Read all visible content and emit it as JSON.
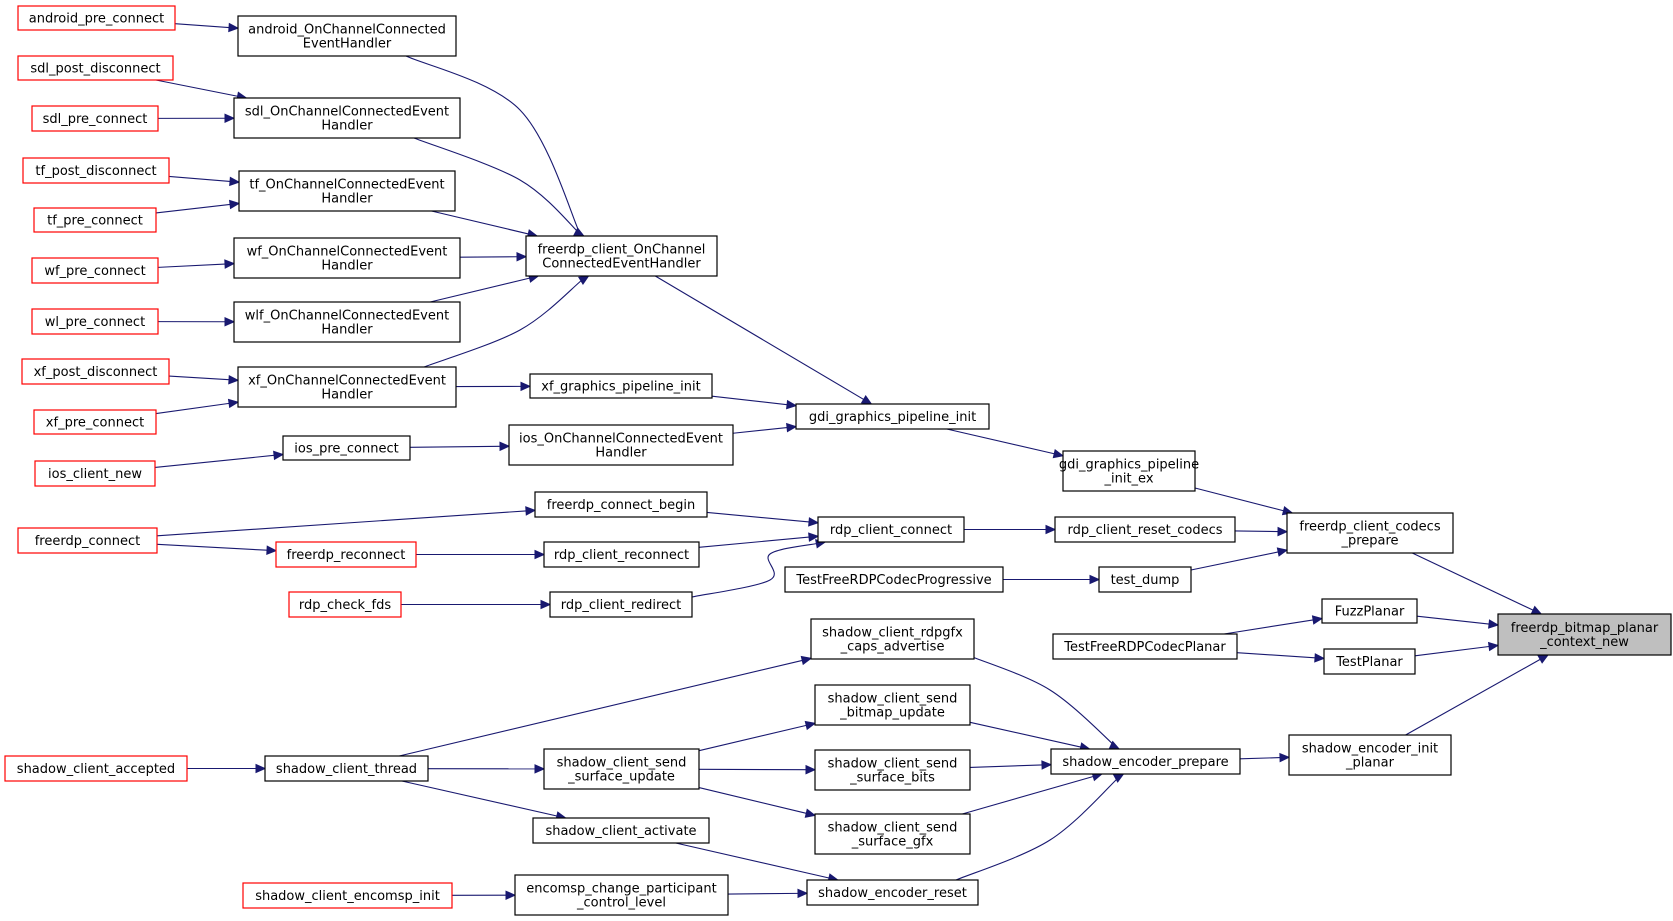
{
  "diagram": {
    "nodes": [
      {
        "id": "android_pre_connect",
        "lines": [
          "android_pre_connect"
        ],
        "style": "red"
      },
      {
        "id": "sdl_post_disconnect",
        "lines": [
          "sdl_post_disconnect"
        ],
        "style": "red"
      },
      {
        "id": "sdl_pre_connect",
        "lines": [
          "sdl_pre_connect"
        ],
        "style": "red"
      },
      {
        "id": "tf_post_disconnect",
        "lines": [
          "tf_post_disconnect"
        ],
        "style": "red"
      },
      {
        "id": "tf_pre_connect",
        "lines": [
          "tf_pre_connect"
        ],
        "style": "red"
      },
      {
        "id": "wf_pre_connect",
        "lines": [
          "wf_pre_connect"
        ],
        "style": "red"
      },
      {
        "id": "wl_pre_connect",
        "lines": [
          "wl_pre_connect"
        ],
        "style": "red"
      },
      {
        "id": "xf_post_disconnect",
        "lines": [
          "xf_post_disconnect"
        ],
        "style": "red"
      },
      {
        "id": "xf_pre_connect",
        "lines": [
          "xf_pre_connect"
        ],
        "style": "red"
      },
      {
        "id": "ios_client_new",
        "lines": [
          "ios_client_new"
        ],
        "style": "red"
      },
      {
        "id": "freerdp_connect",
        "lines": [
          "freerdp_connect"
        ],
        "style": "red"
      },
      {
        "id": "freerdp_reconnect",
        "lines": [
          "freerdp_reconnect"
        ],
        "style": "red"
      },
      {
        "id": "rdp_check_fds",
        "lines": [
          "rdp_check_fds"
        ],
        "style": "red"
      },
      {
        "id": "shadow_client_accepted",
        "lines": [
          "shadow_client_accepted"
        ],
        "style": "red"
      },
      {
        "id": "shadow_client_encomsp_init",
        "lines": [
          "shadow_client_encomsp_init"
        ],
        "style": "red"
      },
      {
        "id": "android_OnChannelConnectedEventHandler",
        "lines": [
          "android_OnChannelConnected",
          "EventHandler"
        ],
        "style": "normal"
      },
      {
        "id": "sdl_OnChannelConnectedEventHandler",
        "lines": [
          "sdl_OnChannelConnectedEvent",
          "Handler"
        ],
        "style": "normal"
      },
      {
        "id": "tf_OnChannelConnectedEventHandler",
        "lines": [
          "tf_OnChannelConnectedEvent",
          "Handler"
        ],
        "style": "normal"
      },
      {
        "id": "wf_OnChannelConnectedEventHandler",
        "lines": [
          "wf_OnChannelConnectedEvent",
          "Handler"
        ],
        "style": "normal"
      },
      {
        "id": "wlf_OnChannelConnectedEventHandler",
        "lines": [
          "wlf_OnChannelConnectedEvent",
          "Handler"
        ],
        "style": "normal"
      },
      {
        "id": "xf_OnChannelConnectedEventHandler",
        "lines": [
          "xf_OnChannelConnectedEvent",
          "Handler"
        ],
        "style": "normal"
      },
      {
        "id": "ios_pre_connect",
        "lines": [
          "ios_pre_connect"
        ],
        "style": "normal"
      },
      {
        "id": "shadow_client_thread",
        "lines": [
          "shadow_client_thread"
        ],
        "style": "normal"
      },
      {
        "id": "freerdp_client_OnChannelConnectedEventHandler",
        "lines": [
          "freerdp_client_OnChannel",
          "ConnectedEventHandler"
        ],
        "style": "normal"
      },
      {
        "id": "xf_graphics_pipeline_init",
        "lines": [
          "xf_graphics_pipeline_init"
        ],
        "style": "normal"
      },
      {
        "id": "ios_OnChannelConnectedEventHandler",
        "lines": [
          "ios_OnChannelConnectedEvent",
          "Handler"
        ],
        "style": "normal"
      },
      {
        "id": "freerdp_connect_begin",
        "lines": [
          "freerdp_connect_begin"
        ],
        "style": "normal"
      },
      {
        "id": "rdp_client_reconnect",
        "lines": [
          "rdp_client_reconnect"
        ],
        "style": "normal"
      },
      {
        "id": "rdp_client_redirect",
        "lines": [
          "rdp_client_redirect"
        ],
        "style": "normal"
      },
      {
        "id": "shadow_client_send_surface_update",
        "lines": [
          "shadow_client_send",
          "_surface_update"
        ],
        "style": "normal"
      },
      {
        "id": "shadow_client_activate",
        "lines": [
          "shadow_client_activate"
        ],
        "style": "normal"
      },
      {
        "id": "encomsp_change_participant_control_level",
        "lines": [
          "encomsp_change_participant",
          "_control_level"
        ],
        "style": "normal"
      },
      {
        "id": "gdi_graphics_pipeline_init",
        "lines": [
          "gdi_graphics_pipeline_init"
        ],
        "style": "normal"
      },
      {
        "id": "rdp_client_connect",
        "lines": [
          "rdp_client_connect"
        ],
        "style": "normal"
      },
      {
        "id": "TestFreeRDPCodecProgressive",
        "lines": [
          "TestFreeRDPCodecProgressive"
        ],
        "style": "normal"
      },
      {
        "id": "shadow_client_rdpgfx_caps_advertise",
        "lines": [
          "shadow_client_rdpgfx",
          "_caps_advertise"
        ],
        "style": "normal"
      },
      {
        "id": "shadow_client_send_bitmap_update",
        "lines": [
          "shadow_client_send",
          "_bitmap_update"
        ],
        "style": "normal"
      },
      {
        "id": "shadow_client_send_surface_bits",
        "lines": [
          "shadow_client_send",
          "_surface_bits"
        ],
        "style": "normal"
      },
      {
        "id": "shadow_client_send_surface_gfx",
        "lines": [
          "shadow_client_send",
          "_surface_gfx"
        ],
        "style": "normal"
      },
      {
        "id": "shadow_encoder_reset",
        "lines": [
          "shadow_encoder_reset"
        ],
        "style": "normal"
      },
      {
        "id": "gdi_graphics_pipeline_init_ex",
        "lines": [
          "gdi_graphics_pipeline",
          "_init_ex"
        ],
        "style": "normal"
      },
      {
        "id": "rdp_client_reset_codecs",
        "lines": [
          "rdp_client_reset_codecs"
        ],
        "style": "normal"
      },
      {
        "id": "test_dump",
        "lines": [
          "test_dump"
        ],
        "style": "normal"
      },
      {
        "id": "TestFreeRDPCodecPlanar",
        "lines": [
          "TestFreeRDPCodecPlanar"
        ],
        "style": "normal"
      },
      {
        "id": "shadow_encoder_prepare",
        "lines": [
          "shadow_encoder_prepare"
        ],
        "style": "normal"
      },
      {
        "id": "freerdp_client_codecs_prepare",
        "lines": [
          "freerdp_client_codecs",
          "_prepare"
        ],
        "style": "normal"
      },
      {
        "id": "FuzzPlanar",
        "lines": [
          "FuzzPlanar"
        ],
        "style": "normal"
      },
      {
        "id": "TestPlanar",
        "lines": [
          "TestPlanar"
        ],
        "style": "normal"
      },
      {
        "id": "shadow_encoder_init_planar",
        "lines": [
          "shadow_encoder_init",
          "_planar"
        ],
        "style": "normal"
      },
      {
        "id": "freerdp_bitmap_planar_context_new",
        "lines": [
          "freerdp_bitmap_planar",
          "_context_new"
        ],
        "style": "target"
      }
    ],
    "edges": [
      {
        "from": "android_pre_connect",
        "to": "android_OnChannelConnectedEventHandler"
      },
      {
        "from": "sdl_post_disconnect",
        "to": "sdl_OnChannelConnectedEventHandler"
      },
      {
        "from": "sdl_pre_connect",
        "to": "sdl_OnChannelConnectedEventHandler"
      },
      {
        "from": "tf_post_disconnect",
        "to": "tf_OnChannelConnectedEventHandler"
      },
      {
        "from": "tf_pre_connect",
        "to": "tf_OnChannelConnectedEventHandler"
      },
      {
        "from": "wf_pre_connect",
        "to": "wf_OnChannelConnectedEventHandler"
      },
      {
        "from": "wl_pre_connect",
        "to": "wlf_OnChannelConnectedEventHandler"
      },
      {
        "from": "xf_post_disconnect",
        "to": "xf_OnChannelConnectedEventHandler"
      },
      {
        "from": "xf_pre_connect",
        "to": "xf_OnChannelConnectedEventHandler"
      },
      {
        "from": "ios_client_new",
        "to": "ios_pre_connect"
      },
      {
        "from": "freerdp_connect",
        "to": "freerdp_connect_begin"
      },
      {
        "from": "freerdp_connect",
        "to": "freerdp_reconnect"
      },
      {
        "from": "freerdp_reconnect",
        "to": "rdp_client_reconnect"
      },
      {
        "from": "rdp_check_fds",
        "to": "rdp_client_redirect"
      },
      {
        "from": "shadow_client_accepted",
        "to": "shadow_client_thread"
      },
      {
        "from": "shadow_client_encomsp_init",
        "to": "encomsp_change_participant_control_level"
      },
      {
        "from": "android_OnChannelConnectedEventHandler",
        "to": "freerdp_client_OnChannelConnectedEventHandler"
      },
      {
        "from": "sdl_OnChannelConnectedEventHandler",
        "to": "freerdp_client_OnChannelConnectedEventHandler"
      },
      {
        "from": "tf_OnChannelConnectedEventHandler",
        "to": "freerdp_client_OnChannelConnectedEventHandler"
      },
      {
        "from": "wf_OnChannelConnectedEventHandler",
        "to": "freerdp_client_OnChannelConnectedEventHandler"
      },
      {
        "from": "wlf_OnChannelConnectedEventHandler",
        "to": "freerdp_client_OnChannelConnectedEventHandler"
      },
      {
        "from": "xf_OnChannelConnectedEventHandler",
        "to": "freerdp_client_OnChannelConnectedEventHandler"
      },
      {
        "from": "xf_OnChannelConnectedEventHandler",
        "to": "xf_graphics_pipeline_init"
      },
      {
        "from": "ios_pre_connect",
        "to": "ios_OnChannelConnectedEventHandler"
      },
      {
        "from": "shadow_client_thread",
        "to": "shadow_client_rdpgfx_caps_advertise"
      },
      {
        "from": "shadow_client_thread",
        "to": "shadow_client_send_surface_update"
      },
      {
        "from": "shadow_client_thread",
        "to": "shadow_client_activate"
      },
      {
        "from": "freerdp_client_OnChannelConnectedEventHandler",
        "to": "gdi_graphics_pipeline_init"
      },
      {
        "from": "xf_graphics_pipeline_init",
        "to": "gdi_graphics_pipeline_init"
      },
      {
        "from": "ios_OnChannelConnectedEventHandler",
        "to": "gdi_graphics_pipeline_init"
      },
      {
        "from": "freerdp_connect_begin",
        "to": "rdp_client_connect"
      },
      {
        "from": "rdp_client_reconnect",
        "to": "rdp_client_connect"
      },
      {
        "from": "rdp_client_redirect",
        "to": "rdp_client_connect"
      },
      {
        "from": "shadow_client_send_surface_update",
        "to": "shadow_client_send_bitmap_update"
      },
      {
        "from": "shadow_client_send_surface_update",
        "to": "shadow_client_send_surface_bits"
      },
      {
        "from": "shadow_client_send_surface_update",
        "to": "shadow_client_send_surface_gfx"
      },
      {
        "from": "shadow_client_activate",
        "to": "shadow_encoder_reset"
      },
      {
        "from": "encomsp_change_participant_control_level",
        "to": "shadow_encoder_reset"
      },
      {
        "from": "gdi_graphics_pipeline_init",
        "to": "gdi_graphics_pipeline_init_ex"
      },
      {
        "from": "rdp_client_connect",
        "to": "rdp_client_reset_codecs"
      },
      {
        "from": "TestFreeRDPCodecProgressive",
        "to": "test_dump"
      },
      {
        "from": "shadow_client_rdpgfx_caps_advertise",
        "to": "shadow_encoder_prepare"
      },
      {
        "from": "shadow_client_send_bitmap_update",
        "to": "shadow_encoder_prepare"
      },
      {
        "from": "shadow_client_send_surface_bits",
        "to": "shadow_encoder_prepare"
      },
      {
        "from": "shadow_client_send_surface_gfx",
        "to": "shadow_encoder_prepare"
      },
      {
        "from": "shadow_encoder_reset",
        "to": "shadow_encoder_prepare"
      },
      {
        "from": "gdi_graphics_pipeline_init_ex",
        "to": "freerdp_client_codecs_prepare"
      },
      {
        "from": "rdp_client_reset_codecs",
        "to": "freerdp_client_codecs_prepare"
      },
      {
        "from": "test_dump",
        "to": "freerdp_client_codecs_prepare"
      },
      {
        "from": "TestFreeRDPCodecPlanar",
        "to": "FuzzPlanar"
      },
      {
        "from": "TestFreeRDPCodecPlanar",
        "to": "TestPlanar"
      },
      {
        "from": "shadow_encoder_prepare",
        "to": "shadow_encoder_init_planar"
      },
      {
        "from": "freerdp_client_codecs_prepare",
        "to": "freerdp_bitmap_planar_context_new"
      },
      {
        "from": "FuzzPlanar",
        "to": "freerdp_bitmap_planar_context_new"
      },
      {
        "from": "TestPlanar",
        "to": "freerdp_bitmap_planar_context_new"
      },
      {
        "from": "shadow_encoder_init_planar",
        "to": "freerdp_bitmap_planar_context_new"
      }
    ],
    "colors": {
      "edge": "#191970",
      "red_border": "#ff0000",
      "normal_border": "#000000",
      "target_fill": "#bfbfbf",
      "background": "#ffffff"
    }
  }
}
